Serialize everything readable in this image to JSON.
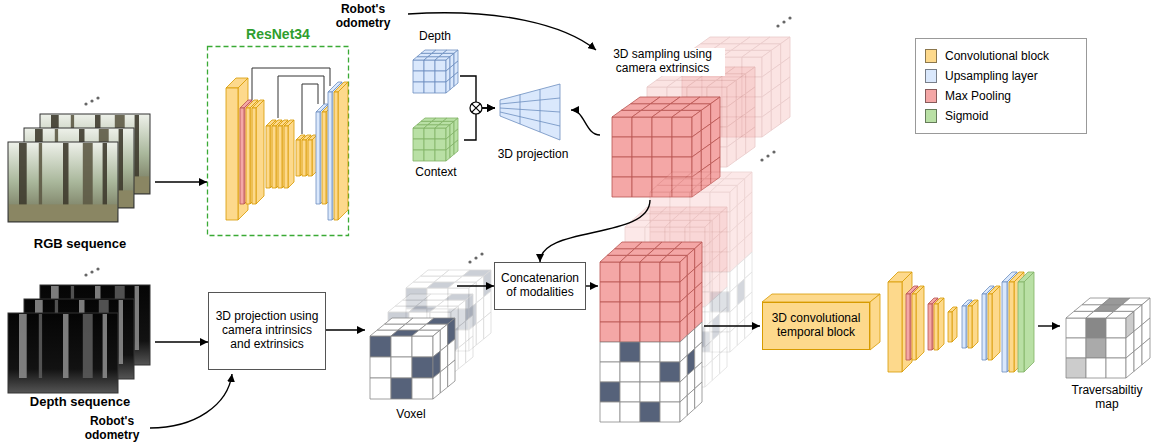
{
  "diagram": {
    "nodes": [
      {
        "text": [
          "RGB sequence"
        ]
      },
      {
        "text": [
          "ResNet34"
        ]
      },
      {
        "text": [
          "Depth"
        ]
      },
      {
        "text": [
          "Context"
        ]
      },
      {
        "text": [
          "3D projection"
        ]
      },
      {
        "text": [
          "3D sampling using camera extrinsics"
        ]
      },
      {
        "text": [
          "Depth sequence"
        ]
      },
      {
        "text": [
          "3D projection using camera intrinsics and extrinsics"
        ]
      },
      {
        "text": [
          "Voxel"
        ]
      },
      {
        "text": [
          "Concatenarion of modalities"
        ]
      },
      {
        "text": [
          "3D convolutional temporal block"
        ]
      },
      {
        "text": [
          "Traversabiltiy map"
        ]
      }
    ],
    "edges": [
      {
        "from": 0,
        "to": 1,
        "arrow": "to"
      },
      {
        "from": 2,
        "to": 4,
        "arrow": "to"
      },
      {
        "from": 3,
        "to": 4,
        "arrow": "to"
      },
      {
        "from": 5,
        "to": 4,
        "arrow": "to"
      },
      {
        "from": 5,
        "to": 9,
        "arrow": "to"
      },
      {
        "from": 6,
        "to": 7,
        "arrow": "to"
      },
      {
        "from": 7,
        "to": 8,
        "arrow": "to"
      },
      {
        "from": 8,
        "to": 9,
        "arrow": "to"
      }
    ],
    "labels": [
      "Robot's odometry",
      "Robot's odometry"
    ],
    "legend": [
      {
        "text": "Convolutional block",
        "color": "#fdd98c"
      },
      {
        "text": "Upsampling layer",
        "color": "#dae8fc"
      },
      {
        "text": "Max Pooling",
        "color": "#f4a7a6"
      },
      {
        "text": "Sigmoid",
        "color": "#b9e0a5"
      }
    ]
  }
}
